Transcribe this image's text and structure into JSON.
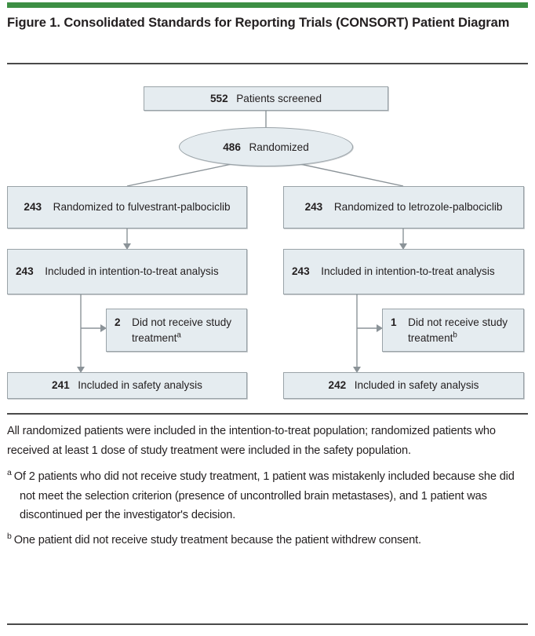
{
  "figure": {
    "title": "Figure 1. Consolidated Standards for Reporting Trials (CONSORT) Patient Diagram",
    "accent_color": "#3d8f44",
    "box_fill": "#e5ecf0",
    "box_border": "#9aa3a8",
    "rule_color": "#4a4a4a"
  },
  "diagram": {
    "type": "consort-flow",
    "screened": {
      "count": "552",
      "label": "Patients screened"
    },
    "randomized": {
      "count": "486",
      "label": "Randomized"
    },
    "arms": [
      {
        "assignment": {
          "count": "243",
          "label": "Randomized to fulvestrant-palbociclib"
        },
        "itt": {
          "count": "243",
          "label": "Included in intention-to-treat analysis"
        },
        "excluded": {
          "count": "2",
          "label": "Did not receive study treatment",
          "footnote_marker": "a"
        },
        "safety": {
          "count": "241",
          "label": "Included in safety analysis"
        }
      },
      {
        "assignment": {
          "count": "243",
          "label": "Randomized to letrozole-palbociclib"
        },
        "itt": {
          "count": "243",
          "label": "Included in intention-to-treat analysis"
        },
        "excluded": {
          "count": "1",
          "label": "Did not receive study treatment",
          "footnote_marker": "b"
        },
        "safety": {
          "count": "242",
          "label": "Included in safety analysis"
        }
      }
    ]
  },
  "notes": {
    "paragraph": "All randomized patients were included in the intention-to-treat population; randomized patients who received at least 1 dose of study treatment were included in the safety population.",
    "footnotes": [
      {
        "marker": "a",
        "text": "Of 2 patients who did not receive study treatment, 1 patient was mistakenly included because she did not meet the selection criterion (presence of uncontrolled brain metastases), and 1 patient was discontinued per the investigator's decision."
      },
      {
        "marker": "b",
        "text": "One patient did not receive study treatment because the patient withdrew consent."
      }
    ]
  }
}
